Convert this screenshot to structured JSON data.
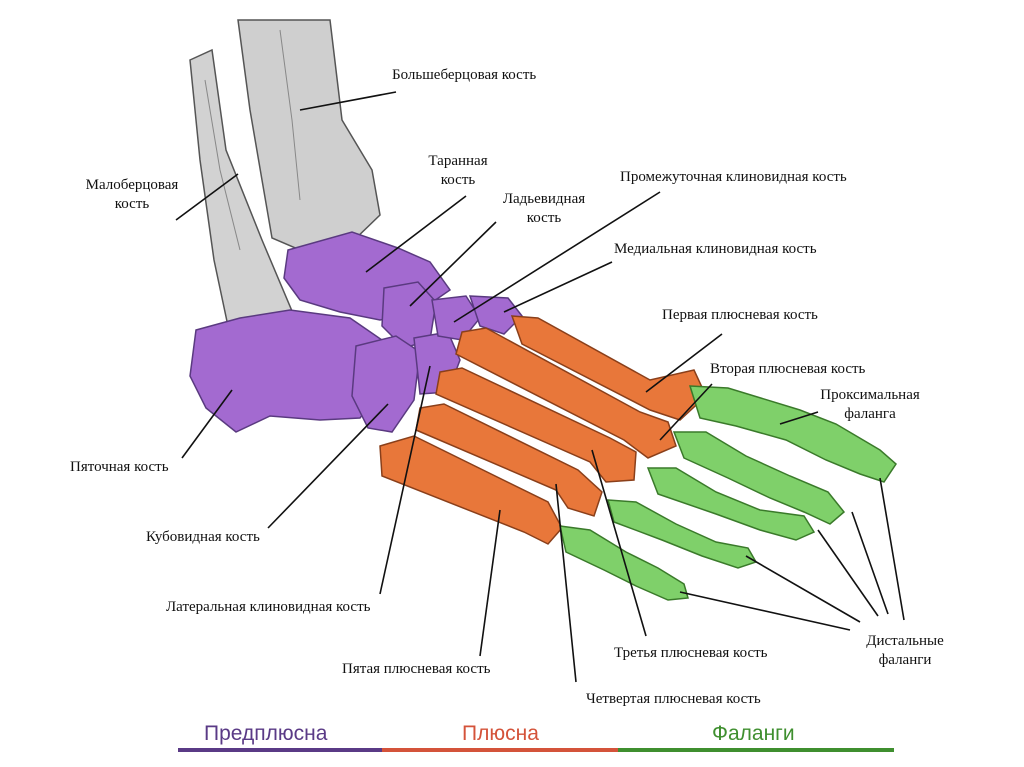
{
  "labels": {
    "tibia": "Большеберцовая кость",
    "fibula_1": "Малоберцовая",
    "fibula_2": "кость",
    "talus_1": "Таранная",
    "talus_2": "кость",
    "navicular_1": "Ладьевидная",
    "navicular_2": "кость",
    "intermediate_cuneiform": "Промежуточная клиновидная кость",
    "medial_cuneiform": "Медиальная клиновидная кость",
    "first_metatarsal": "Первая плюсневая кость",
    "second_metatarsal": "Вторая плюсневая кость",
    "proximal_phalanx_1": "Проксимальная",
    "proximal_phalanx_2": "фаланга",
    "calcaneus": "Пяточная кость",
    "cuboid": "Кубовидная кость",
    "lateral_cuneiform": "Латеральная клиновидная кость",
    "fifth_metatarsal": "Пятая плюсневая кость",
    "third_metatarsal": "Третья плюсневая кость",
    "fourth_metatarsal": "Четвертая плюсневая кость",
    "distal_phalanges_1": "Дистальные",
    "distal_phalanges_2": "фаланги"
  },
  "legend": {
    "tarsus": "Предплюсна",
    "metatarsus": "Плюсна",
    "phalanges": "Фаланги"
  },
  "colors": {
    "tarsus": "#a36ad0",
    "metatarsus": "#e8773a",
    "phalanges": "#7fd06a",
    "bone_gray": "#c9c9c9",
    "legend_tarsus": "#5a3a86",
    "legend_metatarsus": "#d4533a",
    "legend_phalanges": "#3f8f2f"
  }
}
